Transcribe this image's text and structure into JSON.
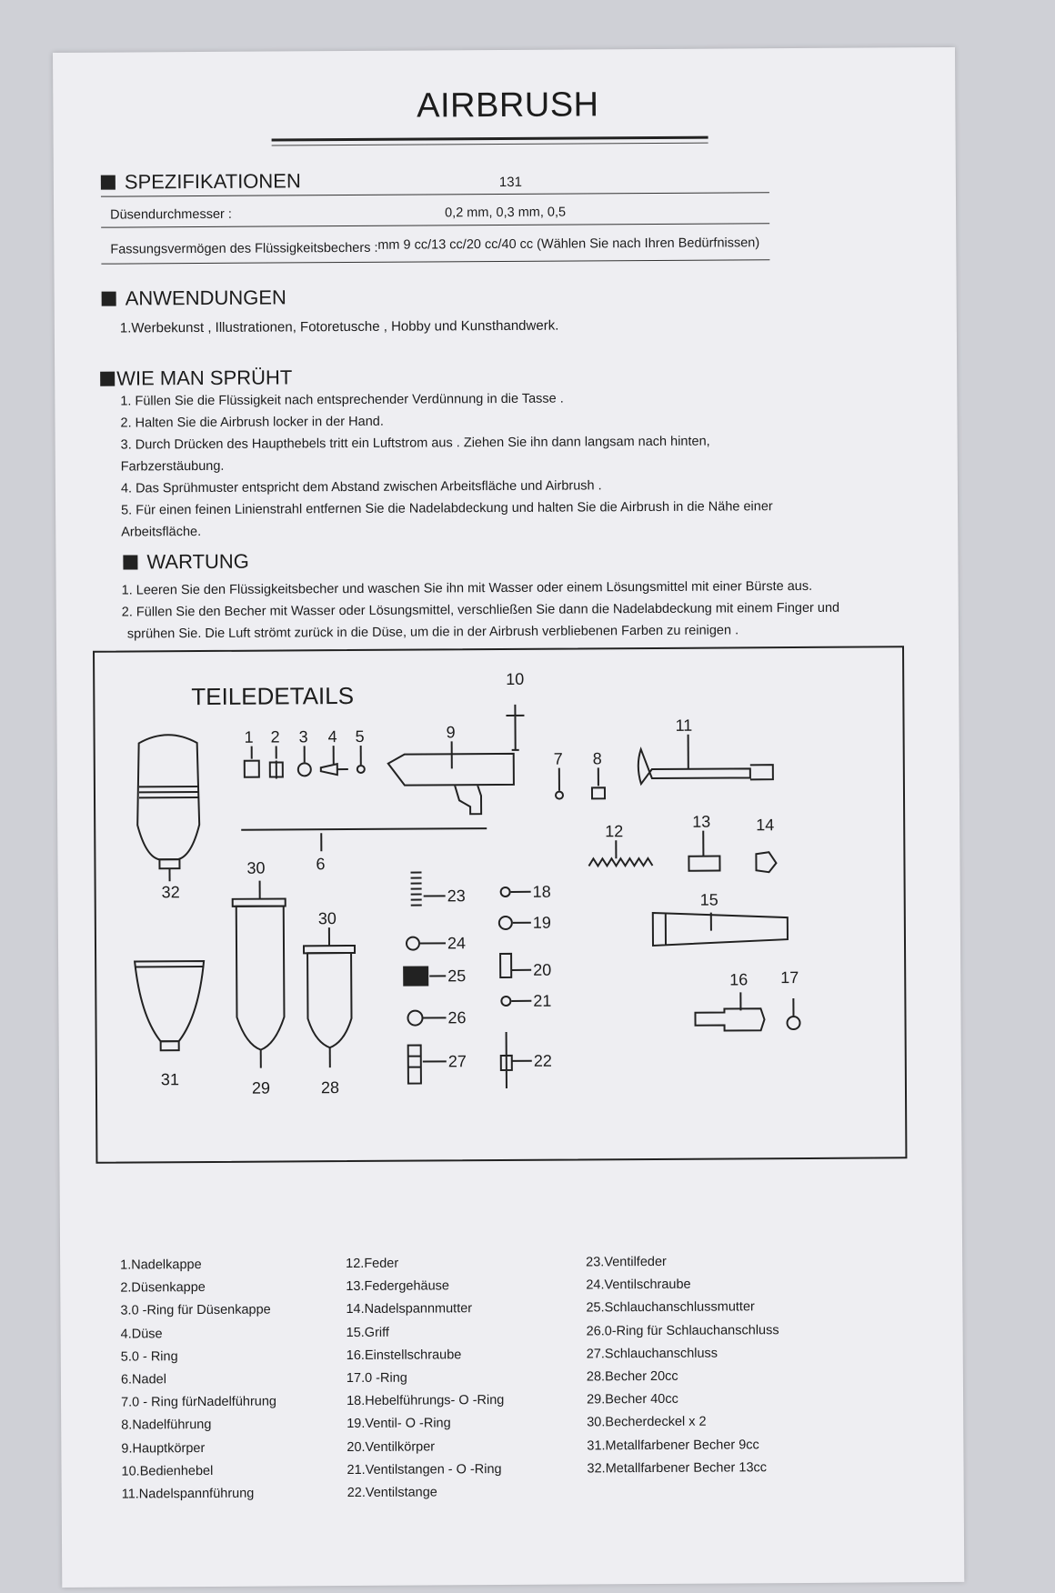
{
  "document": {
    "title": "AIRBRUSH",
    "specs": {
      "heading": "SPEZIFIKATIONEN",
      "model": "131",
      "rows": [
        {
          "label": "Düsendurchmesser :",
          "value": "0,2 mm, 0,3 mm, 0,5"
        },
        {
          "label": "Fassungsvermögen des Flüssigkeitsbechers :",
          "value": "mm 9 cc/13 cc/20 cc/40 cc (Wählen Sie nach Ihren Bedürfnissen)"
        }
      ]
    },
    "applications": {
      "heading": "ANWENDUNGEN",
      "lines": [
        "1.Werbekunst , Illustrationen, Fotoretusche , Hobby und Kunsthandwerk."
      ]
    },
    "spraying": {
      "heading": "WIE MAN SPRÜHT",
      "lines": [
        "1. Füllen Sie die Flüssigkeit nach entsprechender Verdünnung in die Tasse .",
        "2. Halten Sie die Airbrush locker in der Hand.",
        "3. Durch Drücken des Haupthebels tritt ein Luftstrom aus . Ziehen Sie ihn dann langsam nach hinten,",
        "Farbzerstäubung.",
        "4. Das Sprühmuster entspricht dem Abstand zwischen Arbeitsfläche und Airbrush .",
        "5. Für einen feinen Linienstrahl entfernen Sie die Nadelabdeckung und halten Sie die Airbrush in die Nähe einer",
        "Arbeitsfläche."
      ]
    },
    "maintenance": {
      "heading": "WARTUNG",
      "lines": [
        "1. Leeren Sie den Flüssigkeitsbecher und waschen Sie ihn mit Wasser oder einem Lösungsmittel mit einer Bürste aus.",
        "2. Füllen Sie den Becher mit Wasser oder Lösungsmittel, verschließen Sie dann die Nadelabdeckung mit einem Finger und",
        "sprühen Sie. Die Luft strömt zurück in die Düse, um die in der Airbrush verbliebenen Farben zu reinigen ."
      ]
    },
    "parts": {
      "heading": "TEILEDETAILS",
      "numbers": [
        "1",
        "2",
        "3",
        "4",
        "5",
        "6",
        "7",
        "8",
        "9",
        "10",
        "11",
        "12",
        "13",
        "14",
        "15",
        "16",
        "17",
        "18",
        "19",
        "20",
        "21",
        "22",
        "23",
        "24",
        "25",
        "26",
        "27",
        "28",
        "29",
        "30",
        "30",
        "31",
        "32"
      ],
      "list_col1": [
        "1.Nadelkappe",
        "2.Düsenkappe",
        "3.0 -Ring für Düsenkappe",
        "4.Düse",
        "5.0 - Ring",
        "6.Nadel",
        "7.0 - Ring fürNadelführung",
        "8.Nadelführung",
        "9.Hauptkörper",
        "10.Bedienhebel",
        "11.Nadelspannführung"
      ],
      "list_col2": [
        "12.Feder",
        "13.Federgehäuse",
        "14.Nadelspannmutter",
        "15.Griff",
        "16.Einstellschraube",
        "17.0 -Ring",
        "18.Hebelführungs- O -Ring",
        "19.Ventil- O -Ring",
        "20.Ventilkörper",
        "21.Ventilstangen - O -Ring",
        "22.Ventilstange"
      ],
      "list_col3": [
        "23.Ventilfeder",
        "24.Ventilschraube",
        "25.Schlauchanschlussmutter",
        "26.0-Ring für Schlauchanschluss",
        "27.Schlauchanschluss",
        "28.Becher 20cc",
        "29.Becher 40cc",
        "30.Becherdeckel x 2",
        "31.Metallfarbener Becher 9cc",
        "32.Metallfarbener Becher 13cc"
      ]
    }
  }
}
